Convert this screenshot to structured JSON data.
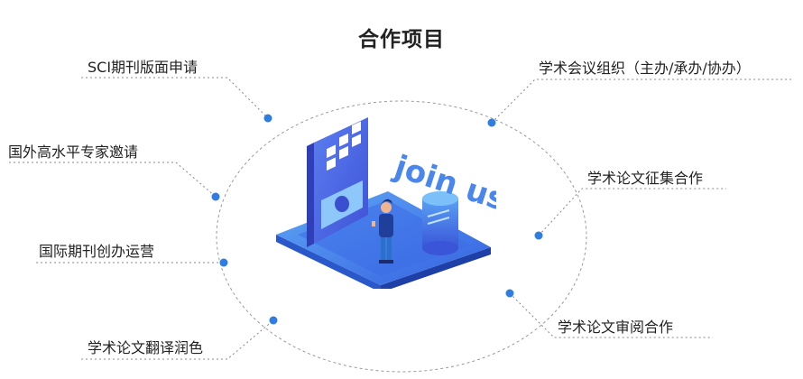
{
  "title": "合作项目",
  "illustration_text": "join us",
  "colors": {
    "accent": "#2f7de1",
    "accent_light": "#4ab0f0",
    "dot": "#2f7de1",
    "line": "#888888",
    "platform_top": "#3a6fe8",
    "platform_side": "#1e49b8"
  },
  "items": [
    {
      "label": "SCI期刊版面申请"
    },
    {
      "label": "国外高水平专家邀请"
    },
    {
      "label": "国际期刊创办运营"
    },
    {
      "label": "学术论文翻译润色"
    },
    {
      "label": "学术会议组织（主办/承办/协办）"
    },
    {
      "label": "学术论文征集合作"
    },
    {
      "label": "学术论文审阅合作"
    }
  ]
}
